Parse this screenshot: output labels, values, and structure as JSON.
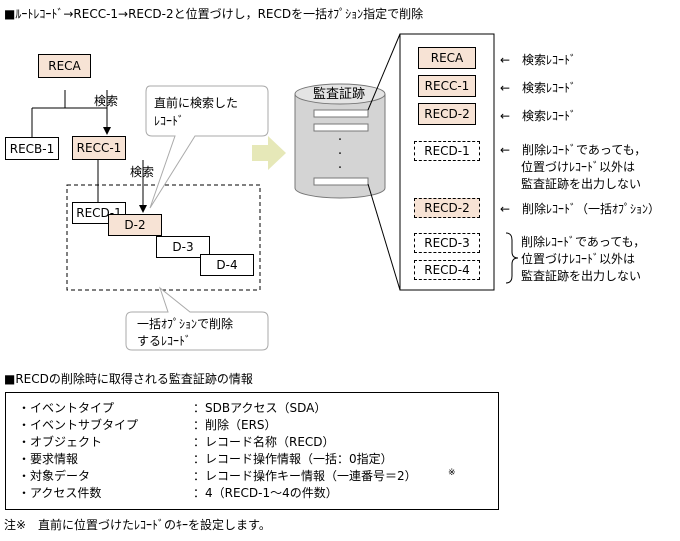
{
  "title": "■ﾙｰﾄﾚｺｰﾄﾞ→RECC-1→RECD-2と位置づけし，RECDを一括ｵﾌﾟｼｮﾝ指定で削除",
  "tree": {
    "reca": "RECA",
    "recb1": "RECB-1",
    "recc1": "RECC-1",
    "recd1": "RECD-1",
    "d2": "D-2",
    "d3": "D-3",
    "d4": "D-4",
    "search1": "検索",
    "search2": "検索",
    "callout_top": [
      "直前に検索した",
      "ﾚｺｰﾄﾞ"
    ],
    "callout_bottom": [
      "一括ｵﾌﾟｼｮﾝで削除",
      "するﾚｺｰﾄﾞ"
    ]
  },
  "audit": {
    "cylinder_label": "監査証跡",
    "dots": "・"
  },
  "panel": {
    "items": [
      "RECA",
      "RECC-1",
      "RECD-2",
      "RECD-1",
      "RECD-2",
      "RECD-3",
      "RECD-4"
    ],
    "note_search": "←　検索ﾚｺｰﾄﾞ",
    "note_deleted": [
      "←　削除ﾚｺｰﾄﾞであっても，",
      "位置づけﾚｺｰﾄﾞ以外は",
      "監査証跡を出力しない"
    ],
    "note_bulk": "←　削除ﾚｺｰﾄﾞ（一括ｵﾌﾟｼｮﾝ）",
    "note_group": [
      "削除ﾚｺｰﾄﾞであっても，",
      "位置づけﾚｺｰﾄﾞ以外は",
      "監査証跡を出力しない"
    ]
  },
  "section2_title": "■RECDの削除時に取得される監査証跡の情報",
  "info": {
    "rows": [
      {
        "label": "・イベントタイプ",
        "value": "：SDBアクセス（SDA）"
      },
      {
        "label": "・イベントサブタイプ",
        "value": "：削除（ERS）"
      },
      {
        "label": "・オブジェクト",
        "value": "：レコード名称（RECD）"
      },
      {
        "label": "・要求情報",
        "value": "：レコード操作情報（一括：0指定）"
      },
      {
        "label": "・対象データ",
        "value": "：レコード操作キー情報（一連番号＝2）"
      },
      {
        "label": "・アクセス件数",
        "value": "：4（RECD-1～4の件数）"
      }
    ],
    "note_mark": "※"
  },
  "footnote": "注※　直前に位置づけたﾚｺｰﾄﾞのｷｰを設定します。",
  "colors": {
    "highlight": "#f7e3d5",
    "arrow": "#e6e8b8",
    "cylinder": "#d4d4d4"
  }
}
